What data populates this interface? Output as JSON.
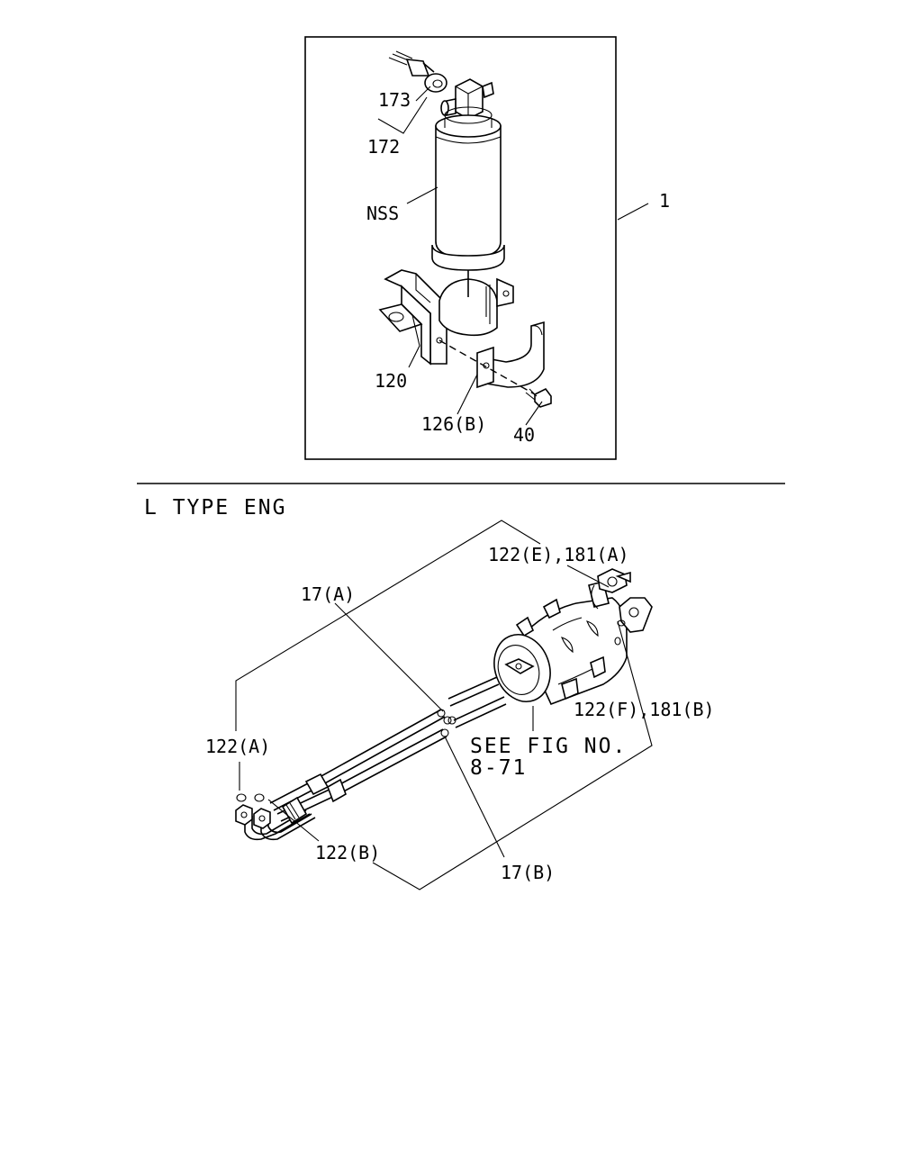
{
  "labels": {
    "part_173": "173",
    "part_172": "172",
    "part_nss": "NSS",
    "part_1": "1",
    "part_120": "120",
    "part_126b": "126(B)",
    "part_40": "40",
    "section_title": "L TYPE ENG",
    "part_122e_181a": "122(E),181(A)",
    "part_17a": "17(A)",
    "part_122a": "122(A)",
    "part_122f_181b": "122(F),181(B)",
    "see_fig_line1": "SEE FIG NO.",
    "see_fig_line2": "8-71",
    "part_122b": "122(B)",
    "part_17b": "17(B)"
  }
}
